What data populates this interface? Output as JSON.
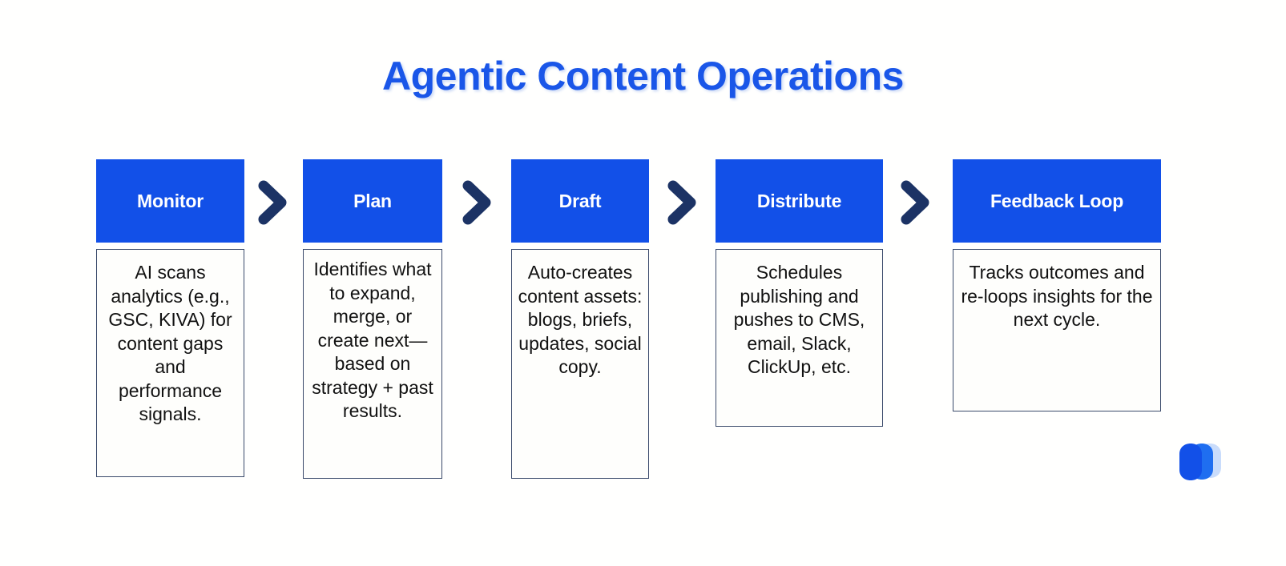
{
  "page": {
    "title": "Agentic Content Operations",
    "background_color": "#fffffe",
    "title_color": "#1a56e8"
  },
  "theme": {
    "header_blue": "#1250e8",
    "chevron_navy": "#1c3365",
    "body_border": "#3a4a6b",
    "body_fill": "#fefefc",
    "body_text": "#111111",
    "logo_blue_dark": "#1250e8",
    "logo_blue_mid": "#1f6ef0",
    "logo_blue_light": "#c9dcfb"
  },
  "flow": {
    "separator_icon": "chevron-right-icon",
    "stages": [
      {
        "label": "Monitor",
        "description": "AI scans analytics (e.g., GSC, KIVA) for content gaps and performance signals."
      },
      {
        "label": "Plan",
        "description": "Identifies what to expand, merge, or create next—based on strategy + past results."
      },
      {
        "label": "Draft",
        "description": "Auto-creates content assets: blogs, briefs, updates, social copy."
      },
      {
        "label": "Distribute",
        "description": "Schedules publishing and pushes to CMS, email, Slack, ClickUp, etc."
      },
      {
        "label": "Feedback Loop",
        "description": "Tracks outcomes and re-loops insights for the next cycle."
      }
    ]
  },
  "logo": {
    "icon": "w-mark-logo"
  }
}
